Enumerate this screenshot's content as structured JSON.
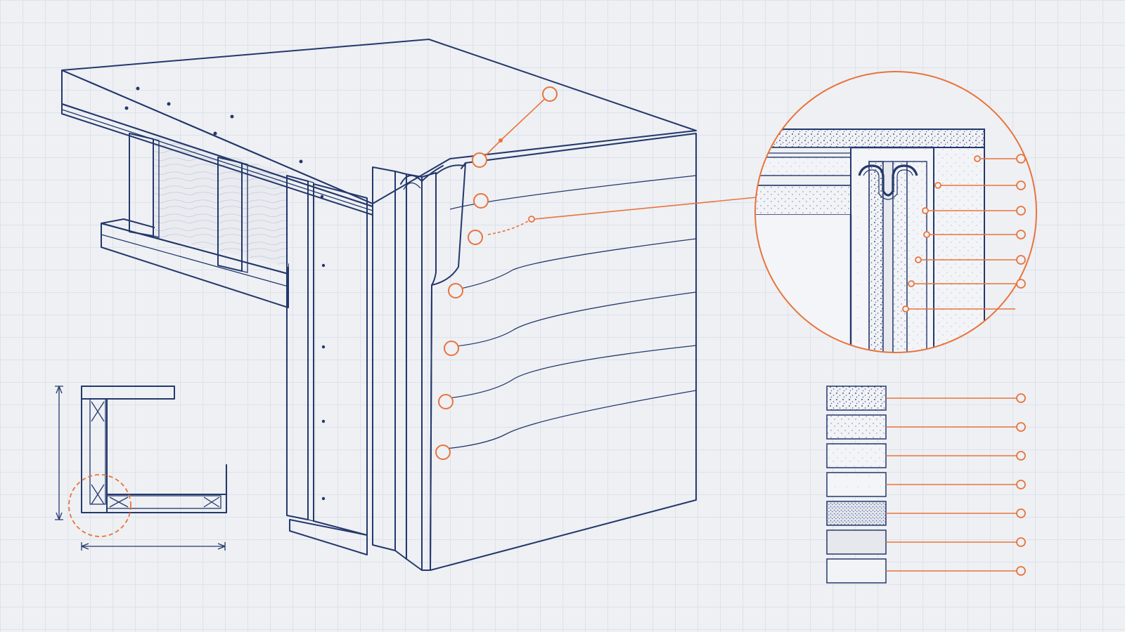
{
  "colors": {
    "ink": "#24386b",
    "accent": "#e8743b",
    "background": "#eef0f4",
    "grid": "#dde2ea",
    "panel": "#f4f5f8",
    "wood": "#e9ebf0"
  },
  "main_drawing": {
    "components": [
      "roof-panel",
      "wall-studs",
      "corner-trim",
      "front-wall-panel",
      "siding-courses"
    ],
    "callout_count": 8
  },
  "detail_view": {
    "magnified_from": "roof-to-wall-corner",
    "leader_count": 7
  },
  "plan_view": {
    "detail_marker": "dashed-circle",
    "dimensions": [
      "height",
      "width"
    ]
  },
  "legend": {
    "swatches": [
      {
        "pattern": "coarse-stipple"
      },
      {
        "pattern": "medium-stipple"
      },
      {
        "pattern": "fine-stipple"
      },
      {
        "pattern": "sparse-stipple"
      },
      {
        "pattern": "dense-stipple"
      },
      {
        "pattern": "solid-grey"
      },
      {
        "pattern": "plain"
      }
    ]
  }
}
